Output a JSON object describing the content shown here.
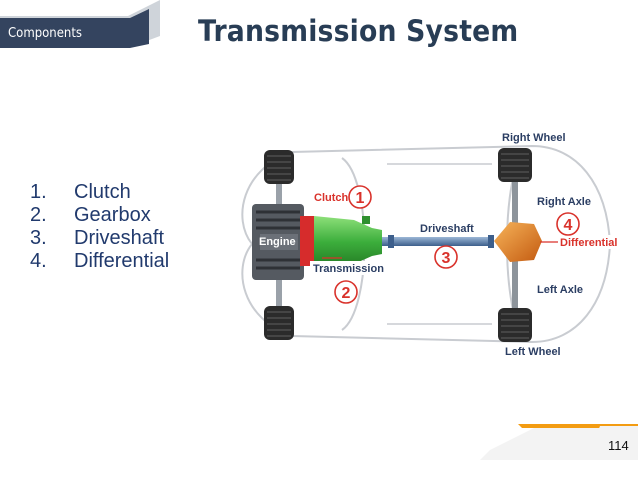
{
  "header": {
    "section_tag": "Components",
    "title": "Transmission System"
  },
  "components_list": [
    {
      "number": "1.",
      "label": "Clutch"
    },
    {
      "number": "2.",
      "label": "Gearbox"
    },
    {
      "number": "3.",
      "label": "Driveshaft"
    },
    {
      "number": "4.",
      "label": "Differential"
    }
  ],
  "diagram": {
    "labels": {
      "engine": "Engine",
      "clutch": "Clutch",
      "transmission": "Transmission",
      "driveshaft": "Driveshaft",
      "differential": "Differential",
      "right_wheel": "Right Wheel",
      "left_wheel": "Left Wheel",
      "right_axle": "Right Axle",
      "left_axle": "Left Axle"
    },
    "markers": {
      "clutch": "1",
      "transmission": "2",
      "driveshaft": "3",
      "differential": "4"
    }
  },
  "footer": {
    "page_number": "114"
  },
  "colors": {
    "navy": "#2f3f5c",
    "accent_orange": "#f39c12",
    "title": "#283d55",
    "list_text": "#213a6d",
    "marker_red": "#d9322b"
  }
}
